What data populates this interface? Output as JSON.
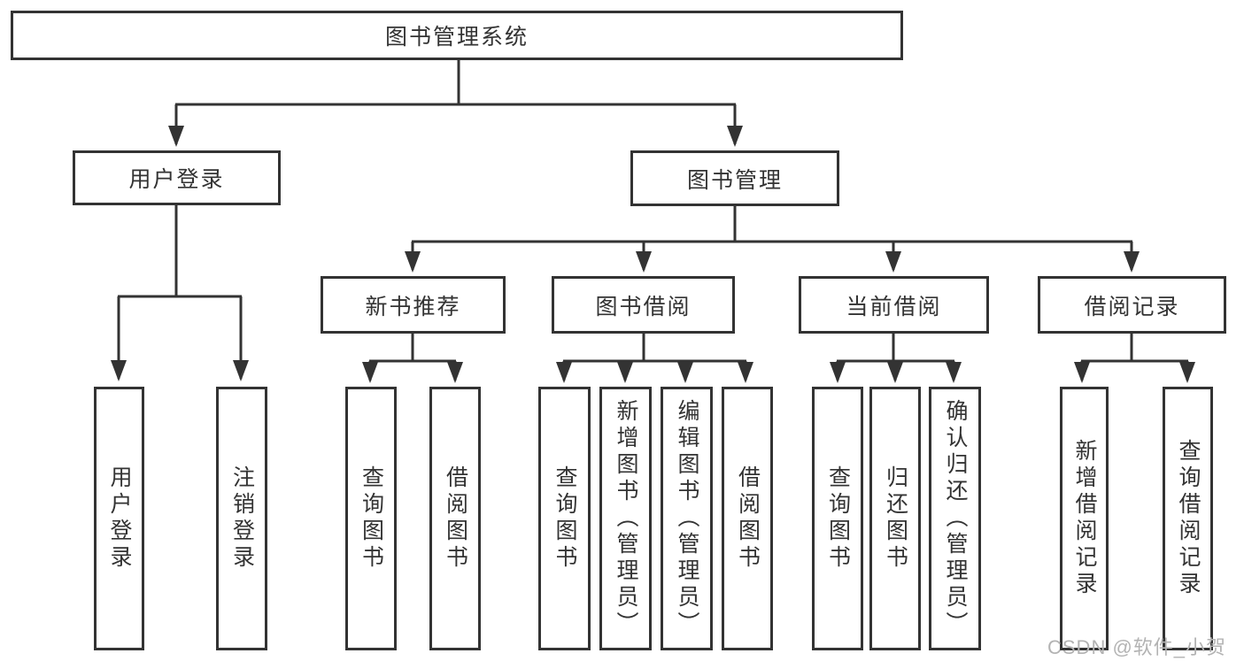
{
  "diagram_title": "图书管理系统",
  "nodes": {
    "root": "图书管理系统",
    "user_login": "用户登录",
    "book_mgmt": "图书管理",
    "new_book": "新书推荐",
    "book_borrow": "图书借阅",
    "current_borrow": "当前借阅",
    "borrow_records": "借阅记录",
    "leaf_user_login": "用户登录",
    "leaf_logout": "注销登录",
    "leaf_search_1": "查询图书",
    "leaf_borrow_1": "借阅图书",
    "leaf_search_2": "查询图书",
    "leaf_add_book": "新增图书（管理员）",
    "leaf_edit_book": "编辑图书（管理员）",
    "leaf_borrow_2": "借阅图书",
    "leaf_search_3": "查询图书",
    "leaf_return_book": "归还图书",
    "leaf_confirm_return": "确认归还（管理员）",
    "leaf_add_record": "新增借阅记录",
    "leaf_search_record": "查询借阅记录"
  },
  "hierarchy": {
    "图书管理系统": {
      "用户登录": [
        "用户登录",
        "注销登录"
      ],
      "图书管理": {
        "新书推荐": [
          "查询图书",
          "借阅图书"
        ],
        "图书借阅": [
          "查询图书",
          "新增图书（管理员）",
          "编辑图书（管理员）",
          "借阅图书"
        ],
        "当前借阅": [
          "查询图书",
          "归还图书",
          "确认归还（管理员）"
        ],
        "借阅记录": [
          "新增借阅记录",
          "查询借阅记录"
        ]
      }
    }
  },
  "watermark": "CSDN @软件_小贺同学",
  "colors": {
    "line": "#333333",
    "box_border": "#333333",
    "text": "#333333",
    "watermark": "#b3b3b3",
    "background": "#ffffff"
  }
}
